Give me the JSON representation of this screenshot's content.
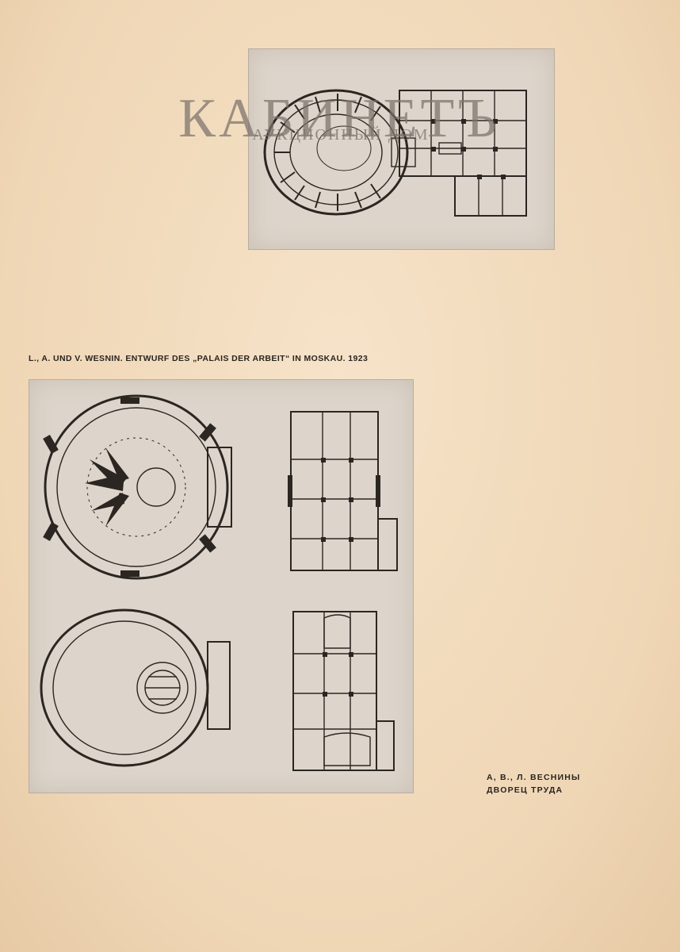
{
  "caption": "L., A. UND V. WESNIN. ENTWURF DES „PALAIS DER ARBEIT“ IN MOSKAU. 1923",
  "credit": {
    "line1": "А, В., Л. ВЕСНИНЫ",
    "line2": "ДВОРЕЦ ТРУДА"
  },
  "watermark": {
    "title": "КАБИНЕТЪ",
    "subtitle": "АУКЦИОННЫЙ ДОМ"
  },
  "colors": {
    "paper": "#f2dcc0",
    "plate": "#ddd5cb",
    "ink": "#2a2520",
    "watermark": "#7a726a"
  }
}
